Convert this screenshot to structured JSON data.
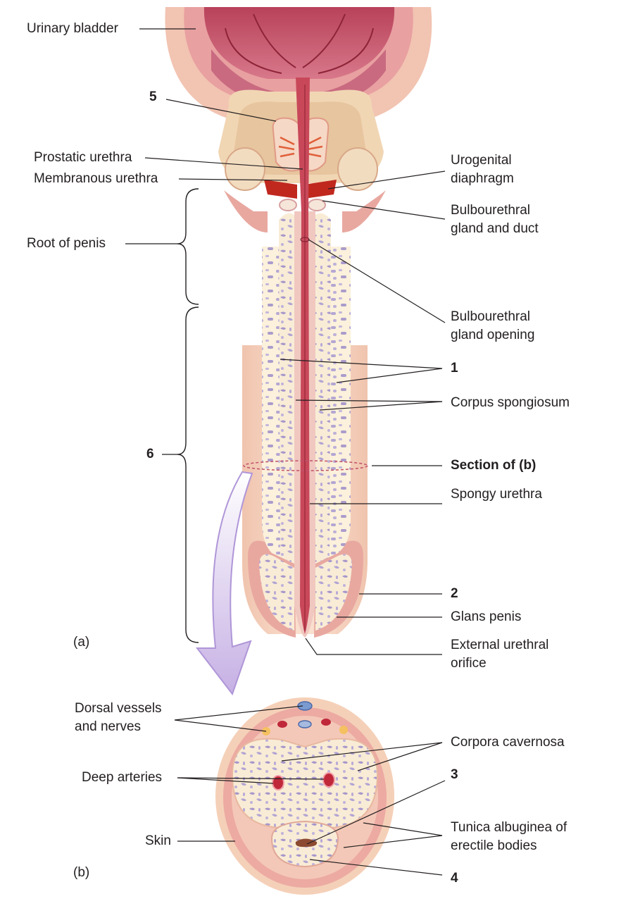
{
  "labels": {
    "urinary_bladder": "Urinary bladder",
    "num_5": "5",
    "prostatic_urethra": "Prostatic urethra",
    "membranous_urethra": "Membranous urethra",
    "urogenital_diaphragm_1": "Urogenital",
    "urogenital_diaphragm_2": "diaphragm",
    "bulbourethral_gland_duct_1": "Bulbourethral",
    "bulbourethral_gland_duct_2": "gland and duct",
    "root_of_penis": "Root of penis",
    "bulbourethral_opening_1": "Bulbourethral",
    "bulbourethral_opening_2": "gland opening",
    "num_1": "1",
    "corpus_spongiosum": "Corpus spongiosum",
    "num_6": "6",
    "section_of_b": "Section of (b)",
    "spongy_urethra": "Spongy urethra",
    "num_2": "2",
    "glans_penis": "Glans penis",
    "panel_a": "(a)",
    "external_orifice_1": "External urethral",
    "external_orifice_2": "orifice",
    "dorsal_vessels_1": "Dorsal vessels",
    "dorsal_vessels_2": "and nerves",
    "corpora_cavernosa": "Corpora cavernosa",
    "num_3": "3",
    "deep_arteries": "Deep arteries",
    "tunica_1": "Tunica albuginea of",
    "tunica_2": "erectile bodies",
    "skin": "Skin",
    "panel_b": "(b)",
    "num_4": "4"
  },
  "colors": {
    "skin": "#f5d6c4",
    "tissue_pink": "#eaa8a0",
    "bladder_dark": "#a8384a",
    "urethra": "#c8485a",
    "muscle_red": "#c0281e",
    "erectile_cream": "#fbf1dc",
    "speckle_purple": "#b4a6d2",
    "vein_blue": "#7a9ad0",
    "nerve_yellow": "#f4c060",
    "arrow_lavender": "#c6b0e4"
  }
}
